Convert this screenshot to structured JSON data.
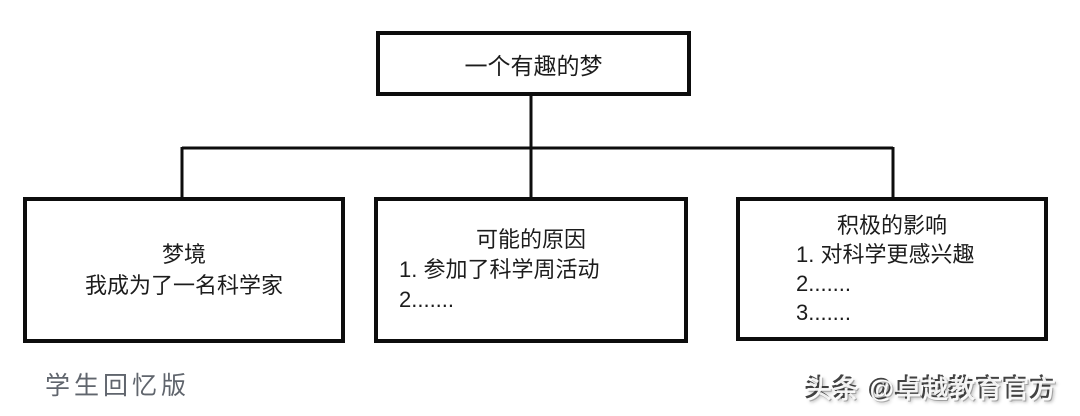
{
  "diagram": {
    "root": {
      "label": "一个有趣的梦"
    },
    "nodes": [
      {
        "id": "dream",
        "line1": "梦境",
        "line2": "我成为了一名科学家"
      },
      {
        "id": "reason",
        "title": "可能的原因",
        "items": [
          "1. 参加了科学周活动",
          "2......."
        ]
      },
      {
        "id": "effect",
        "title": "积极的影响",
        "items": [
          "1. 对科学更感兴趣",
          "2.......",
          "3......."
        ]
      }
    ]
  },
  "footer": {
    "version_label": "学生回忆版",
    "watermark": "头条 @卓越教育官方"
  },
  "colors": {
    "line": "#0d0d0d",
    "border": "#0d0d0d",
    "text": "#1c1c1c",
    "muted_text": "#60656d",
    "background": "#ffffff"
  }
}
